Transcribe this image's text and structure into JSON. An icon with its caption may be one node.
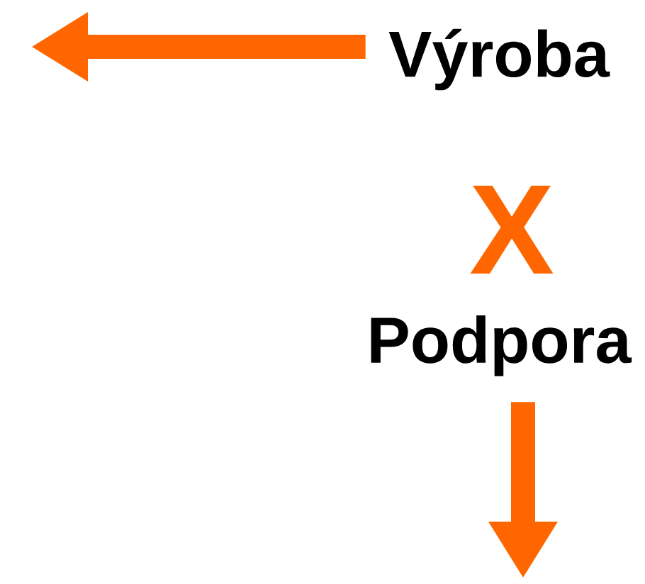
{
  "diagram": {
    "nodes": [
      {
        "text": [
          "Výroba"
        ]
      },
      {
        "text": [
          "Podpora"
        ]
      }
    ],
    "edges": [
      {
        "from": 0,
        "to": null,
        "arrow": "to"
      },
      {
        "from": 1,
        "to": null,
        "arrow": "to"
      }
    ],
    "labels": [
      "X"
    ]
  }
}
